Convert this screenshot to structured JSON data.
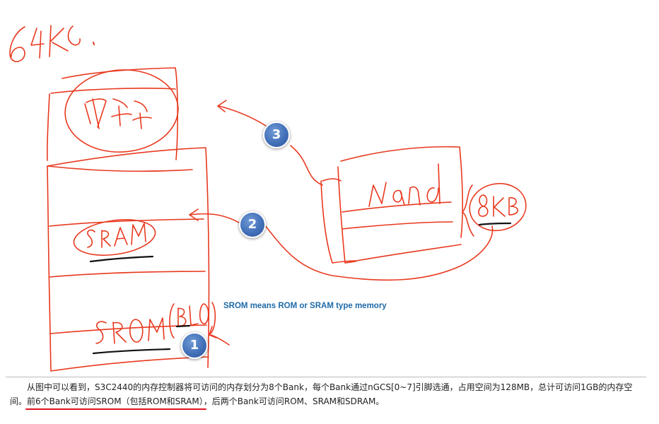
{
  "handwriting": {
    "title": "64KB",
    "top_box": "内存",
    "sram": "SRAM",
    "srom": "SROM(BLO)",
    "nand": "Nand",
    "size": "8KB"
  },
  "badges": [
    "3",
    "2",
    "1"
  ],
  "note": "SROM means ROM or SRAM type memory",
  "caption": {
    "line1": "从图中可以看到，S3C2440的内存控制器将可访问的内存划分为8个Bank，每个Bank通过nGCS[0~7]引脚选通，占用空间为128MB，总计可访问1GB的内存空",
    "line2_pre": "间。",
    "line2_highlight": "前6个Bank可访问SROM（包括ROM和SRAM）",
    "line2_post": "，后两个Bank可访问ROM、SRAM和SDRAM。"
  },
  "colors": {
    "ink": "#e8391f",
    "underline": "#111111",
    "badge": "#4a7bc5",
    "note": "#1f6aa8",
    "highlight_rule": "#e0141e"
  }
}
